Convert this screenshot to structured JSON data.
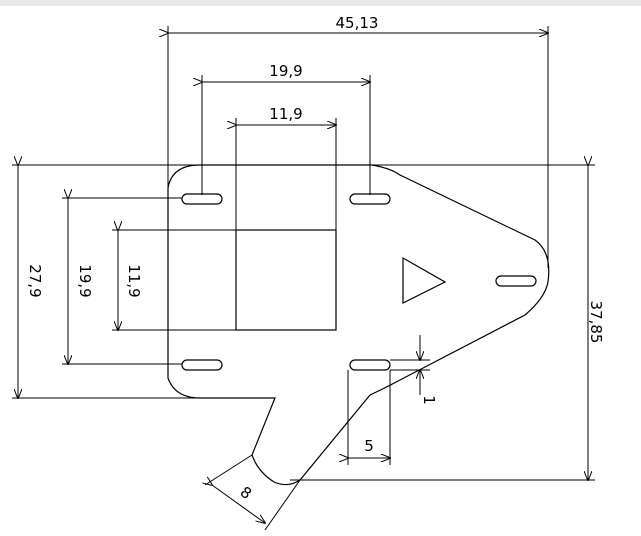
{
  "dimensions": {
    "overall_width": "45,13",
    "slot_spacing_horizontal": "19,9",
    "square_width": "11,9",
    "overall_height_left": "27,9",
    "slot_spacing_vertical": "19,9",
    "square_height": "11,9",
    "overall_height_right": "37,85",
    "slot_length": "5",
    "slot_offset": "1",
    "tab_width": "8"
  }
}
